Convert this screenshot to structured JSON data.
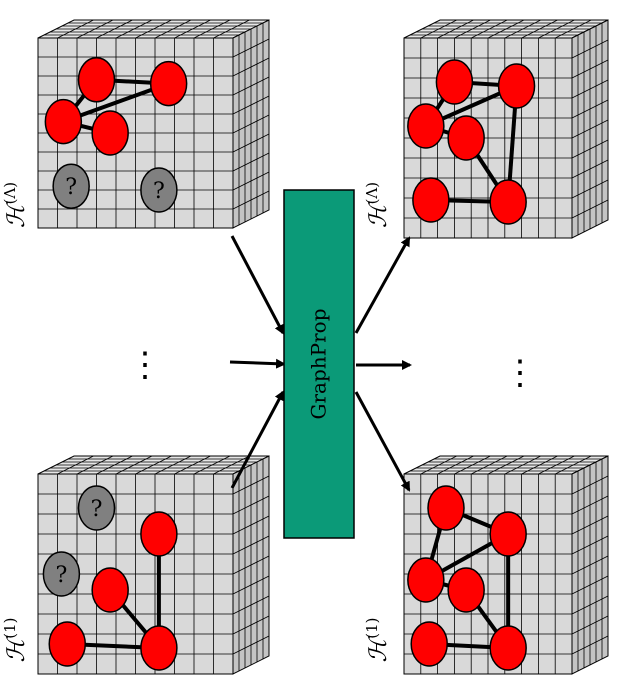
{
  "center_block": {
    "label": "GraphProp",
    "color": "#0b9a78"
  },
  "layer_labels": {
    "H_symbol": "ℋ",
    "top_superscript": "(Λ)",
    "bottom_superscript": "(1)"
  },
  "ellipsis": "⋮",
  "unknown_node_label": "?",
  "colors": {
    "node_fill": "#ff0000",
    "unknown_node_fill": "#808080",
    "cube_front": "#d9d9d9",
    "cube_top": "#e6e6e6",
    "cube_side": "#c4c4c4"
  },
  "panels": [
    {
      "id": "input-top",
      "nodes": [
        [
          0.3,
          0.22
        ],
        [
          0.67,
          0.24
        ],
        [
          0.13,
          0.44
        ],
        [
          0.37,
          0.5
        ]
      ],
      "edges": [
        [
          0,
          1
        ],
        [
          0,
          2
        ],
        [
          1,
          2
        ],
        [
          2,
          3
        ]
      ],
      "unknown_nodes": [
        [
          0.17,
          0.78
        ],
        [
          0.62,
          0.8
        ]
      ]
    },
    {
      "id": "input-bottom",
      "nodes": [
        [
          0.62,
          0.3
        ],
        [
          0.37,
          0.58
        ],
        [
          0.15,
          0.85
        ],
        [
          0.62,
          0.87
        ]
      ],
      "edges": [
        [
          0,
          3
        ],
        [
          1,
          3
        ],
        [
          2,
          3
        ]
      ],
      "unknown_nodes": [
        [
          0.3,
          0.17
        ],
        [
          0.12,
          0.5
        ]
      ]
    },
    {
      "id": "output-top",
      "nodes": [
        [
          0.3,
          0.22
        ],
        [
          0.67,
          0.24
        ],
        [
          0.13,
          0.44
        ],
        [
          0.37,
          0.5
        ],
        [
          0.16,
          0.81
        ],
        [
          0.62,
          0.82
        ]
      ],
      "edges": [
        [
          0,
          1
        ],
        [
          0,
          2
        ],
        [
          1,
          2
        ],
        [
          2,
          3
        ],
        [
          1,
          5
        ],
        [
          3,
          5
        ],
        [
          4,
          5
        ]
      ],
      "unknown_nodes": []
    },
    {
      "id": "output-bottom",
      "nodes": [
        [
          0.25,
          0.17
        ],
        [
          0.62,
          0.3
        ],
        [
          0.13,
          0.53
        ],
        [
          0.37,
          0.58
        ],
        [
          0.15,
          0.85
        ],
        [
          0.62,
          0.87
        ]
      ],
      "edges": [
        [
          0,
          1
        ],
        [
          0,
          2
        ],
        [
          1,
          2
        ],
        [
          2,
          3
        ],
        [
          1,
          5
        ],
        [
          3,
          5
        ],
        [
          4,
          5
        ]
      ],
      "unknown_nodes": []
    }
  ]
}
